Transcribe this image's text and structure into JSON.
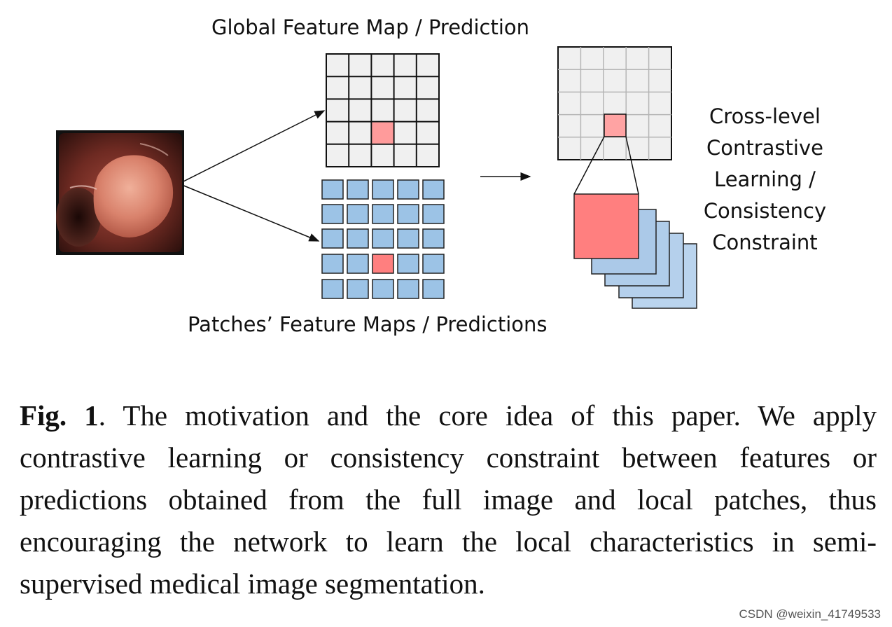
{
  "diagram": {
    "global_label": "Global Feature Map / Prediction",
    "patches_label": "Patches’ Feature Maps / Predictions",
    "cross_level_lines": [
      "Cross-level",
      "Contrastive",
      "Learning /",
      "Consistency",
      "Constraint"
    ]
  },
  "caption": {
    "prefix": "Fig. 1",
    "text": ".  The motivation and the core idea of this paper.  We apply contrastive learning or consistency constraint between features or predictions obtained from the full image and local patches, thus encouraging the network to learn the local characteristics in semi-supervised medical image segmentation."
  },
  "watermark": "CSDN @weixin_41749533",
  "colors": {
    "grid_fill": "#f0f0f0",
    "highlight": "#ff7f7f",
    "patch_blue": "#9cc3e6",
    "stack_blue": "#bad4ee"
  }
}
